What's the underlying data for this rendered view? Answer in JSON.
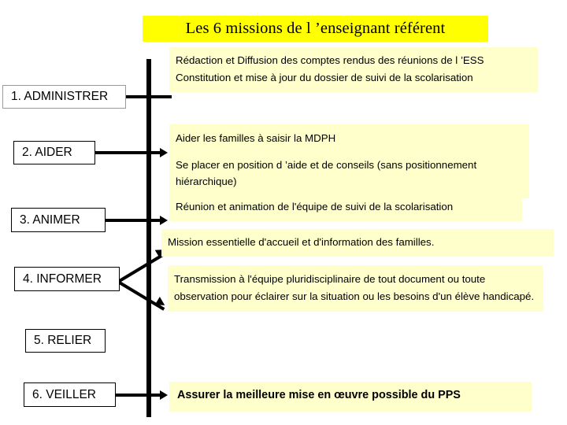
{
  "slide": {
    "title": "Les 6 missions de l ’enseignant référent",
    "title_bg_color": "#ffff00",
    "block_bg_color": "#ffffcc",
    "line_color": "#000000"
  },
  "missions": [
    {
      "id": "1",
      "label": "1. ADMINISTRER"
    },
    {
      "id": "2",
      "label": "2. AIDER"
    },
    {
      "id": "3",
      "label": "3. ANIMER"
    },
    {
      "id": "4",
      "label": "4. INFORMER"
    },
    {
      "id": "5",
      "label": "5. RELIER"
    },
    {
      "id": "6",
      "label": "6. VEILLER"
    }
  ],
  "content_blocks": [
    {
      "id": "cb-1",
      "for_mission": "1. ADMINISTRER",
      "lines": [
        "Rédaction et Diffusion des comptes rendus des réunions de l ’ESS",
        "Constitution et mise à jour du dossier de suivi de la scolarisation"
      ]
    },
    {
      "id": "cb-2",
      "for_mission": "2. AIDER",
      "lines": [
        "Aider les familles à saisir la MDPH",
        "Se placer en position d ’aide et de conseils (sans positionnement hiérarchique)"
      ]
    },
    {
      "id": "cb-3",
      "for_mission": "3. ANIMER",
      "lines": [
        "Réunion et animation de  l'équipe de suivi de la scolarisation"
      ]
    },
    {
      "id": "cb-4",
      "for_mission": "4. INFORMER",
      "lines": [
        "Mission essentielle d'accueil et d'information des familles."
      ]
    },
    {
      "id": "cb-5",
      "for_mission": "4. INFORMER",
      "lines": [
        "Transmission à l'équipe pluridisciplinaire de tout document ou toute observation pour éclairer sur la situation ou les besoins  d'un élève handicapé."
      ]
    },
    {
      "id": "cb-6",
      "for_mission": "6. VEILLER",
      "bold": true,
      "lines": [
        "Assurer la meilleure mise en œuvre possible du PPS"
      ]
    }
  ]
}
